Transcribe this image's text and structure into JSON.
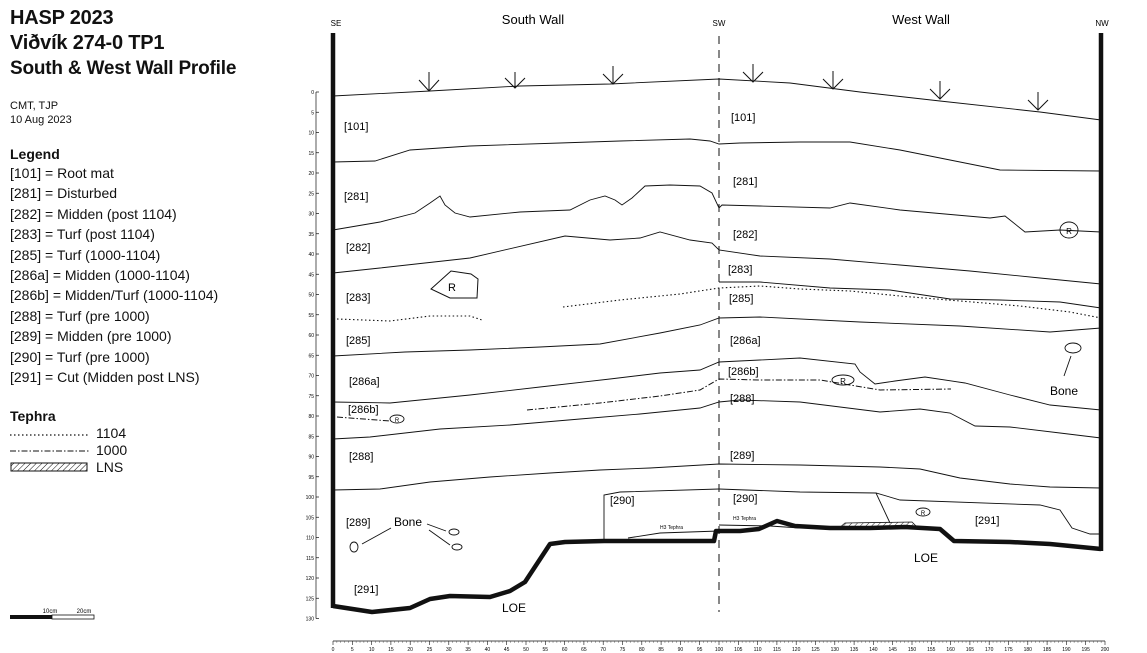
{
  "header": {
    "title_line1": "HASP 2023",
    "title_line2": "Viðvík 274-0 TP1",
    "title_line3": "South & West Wall Profile",
    "authors": "CMT, TJP",
    "date": "10 Aug 2023"
  },
  "legend": {
    "title": "Legend",
    "items": [
      "[101] = Root mat",
      "[281] = Disturbed",
      "[282] = Midden (post 1104)",
      "[283] = Turf (post 1104)",
      "[285] = Turf (1000-1104)",
      "[286a] = Midden (1000-1104)",
      "[286b] = Midden/Turf (1000-1104)",
      "[288] = Turf (pre 1000)",
      "[289] = Midden (pre 1000)",
      "[290] = Turf (pre 1000)",
      "[291] = Cut (Midden post LNS)"
    ]
  },
  "tephra": {
    "title": "Tephra",
    "items": [
      {
        "label": "1104",
        "style": "dotted"
      },
      {
        "label": "1000",
        "style": "dash-dot"
      },
      {
        "label": "LNS",
        "style": "hatched"
      }
    ]
  },
  "scale": {
    "label_1": "10cm",
    "label_2": "20cm"
  },
  "profile": {
    "corners": {
      "left": "SE",
      "middle": "SW",
      "right": "NW"
    },
    "walls": {
      "south": "South Wall",
      "west": "West Wall"
    },
    "depth_ticks": [
      0,
      5,
      10,
      15,
      20,
      25,
      30,
      35,
      40,
      45,
      50,
      55,
      60,
      65,
      70,
      75,
      80,
      85,
      90,
      95,
      100,
      105,
      110,
      115,
      120,
      125,
      130
    ],
    "x_ticks": [
      0,
      5,
      10,
      15,
      20,
      25,
      30,
      35,
      40,
      45,
      50,
      55,
      60,
      65,
      70,
      75,
      80,
      85,
      90,
      95,
      100,
      105,
      110,
      115,
      120,
      125,
      130,
      135,
      140,
      145,
      150,
      155,
      160,
      165,
      170,
      175,
      180,
      185,
      190,
      195,
      200
    ],
    "contexts_south": [
      "[101]",
      "[281]",
      "[282]",
      "[283]",
      "[285]",
      "[286a]",
      "[286b]",
      "[288]",
      "[289]",
      "[291]"
    ],
    "contexts_west": [
      "[101]",
      "[281]",
      "[282]",
      "[283]",
      "[285]",
      "[286a]",
      "[286b]",
      "[288]",
      "[289]",
      "[290]",
      "[291]"
    ],
    "context_290_south": "[290]",
    "labels": {
      "rock": "R",
      "bone": "Bone",
      "loe": "LOE",
      "h3_tephra": "H3 Tephra"
    }
  }
}
